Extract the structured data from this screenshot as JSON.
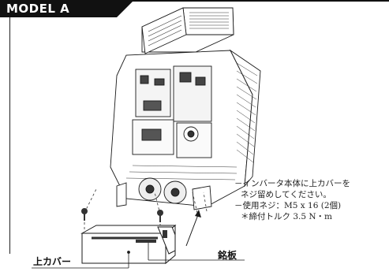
{
  "header": {
    "title": "MODEL A"
  },
  "instructions": {
    "lines": [
      "－インバータ本体に上カバーを",
      "ネジ留めしてください。",
      "－使用ネジ：M5 x 16 (2個)",
      "＊締付トルク 3.5 N・m"
    ]
  },
  "labels": {
    "top_cover": "上カバー",
    "nameplate": "銘板"
  },
  "icons": {
    "inverter": "inverter-unit-illustration",
    "cover": "top-cover-illustration",
    "screw": "screw-icon"
  }
}
